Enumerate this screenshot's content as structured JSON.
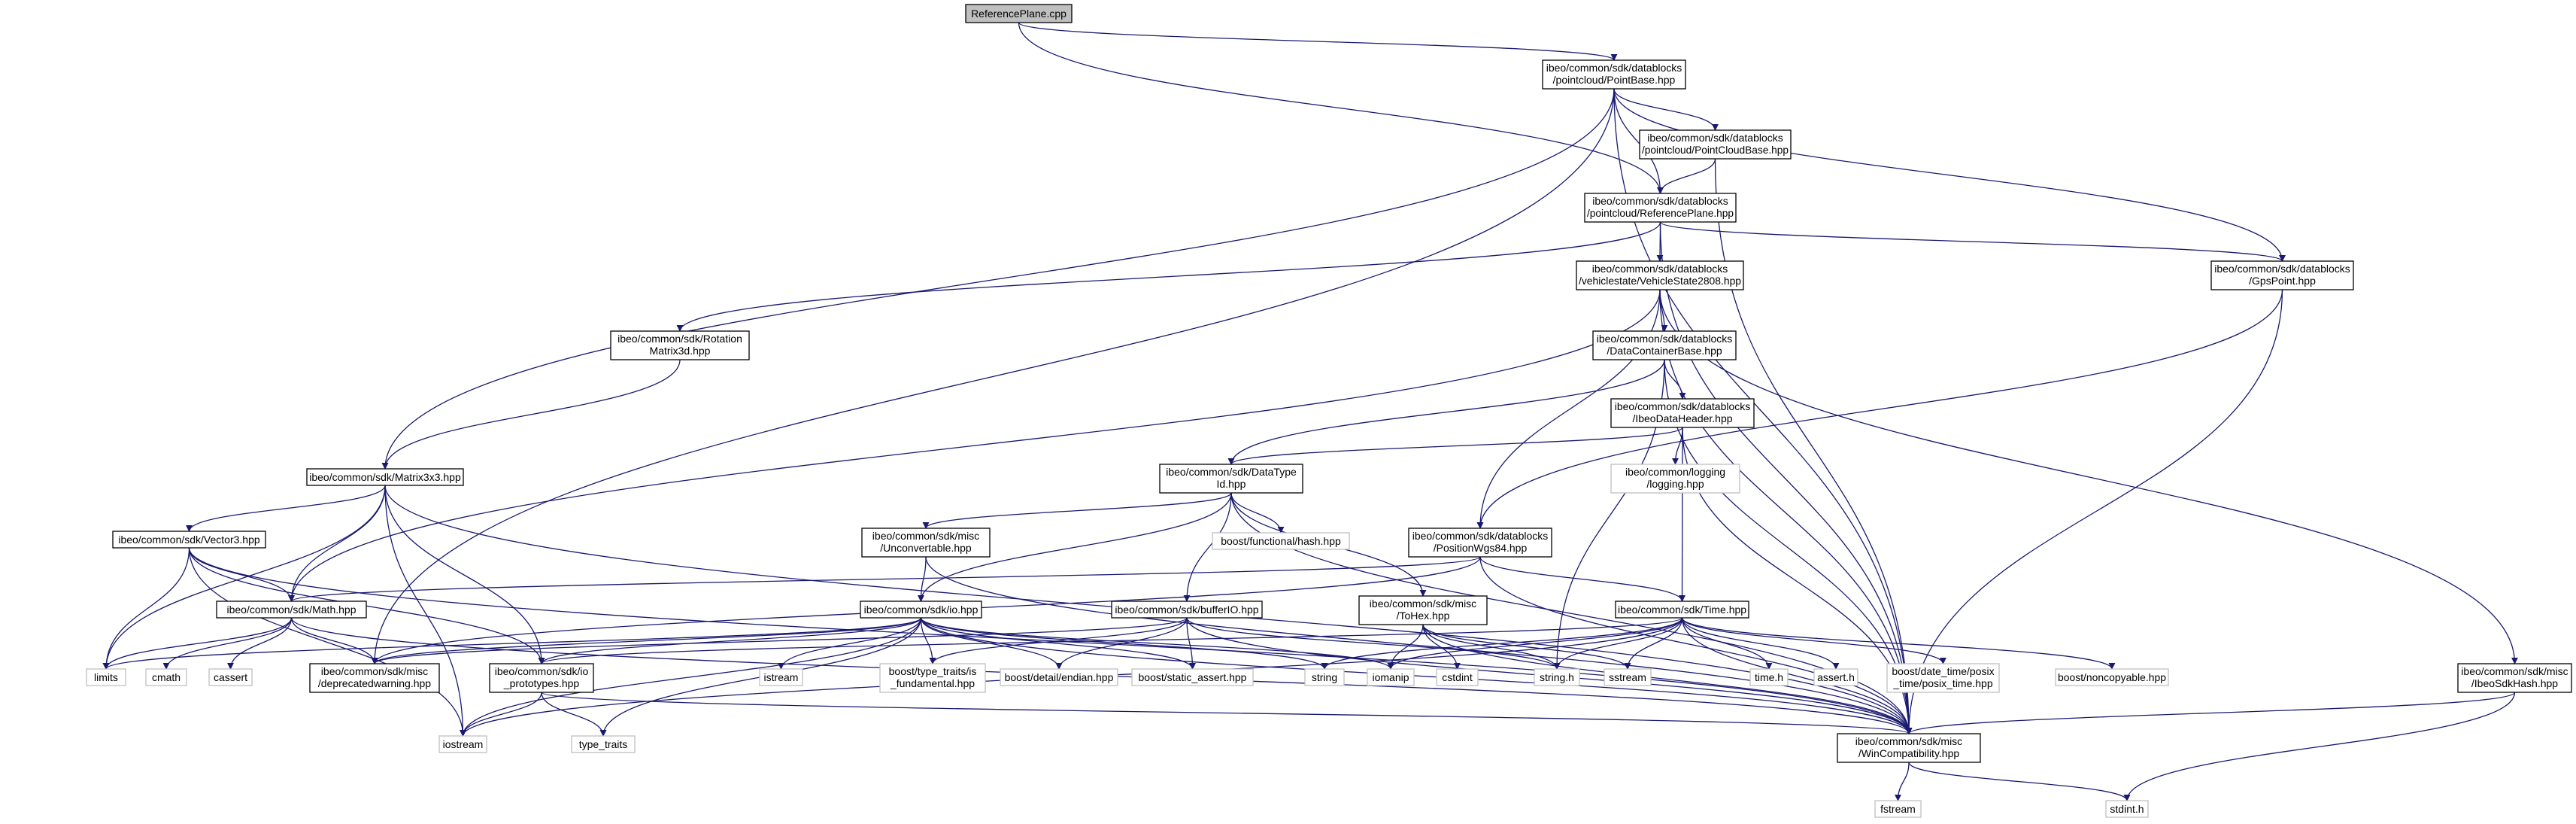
{
  "nodes": [
    {
      "id": "refplane_cpp",
      "lines": [
        "ReferencePlane.cpp"
      ],
      "kind": "root"
    },
    {
      "id": "pointbase",
      "lines": [
        "ibeo/common/sdk/datablocks",
        "/pointcloud/PointBase.hpp"
      ],
      "kind": "file"
    },
    {
      "id": "pointcloudbase",
      "lines": [
        "ibeo/common/sdk/datablocks",
        "/pointcloud/PointCloudBase.hpp"
      ],
      "kind": "file"
    },
    {
      "id": "refplane_hpp",
      "lines": [
        "ibeo/common/sdk/datablocks",
        "/pointcloud/ReferencePlane.hpp"
      ],
      "kind": "file"
    },
    {
      "id": "gpspoint",
      "lines": [
        "ibeo/common/sdk/datablocks",
        "/GpsPoint.hpp"
      ],
      "kind": "file"
    },
    {
      "id": "vehiclestate",
      "lines": [
        "ibeo/common/sdk/datablocks",
        "/vehiclestate/VehicleState2808.hpp"
      ],
      "kind": "file"
    },
    {
      "id": "rotation",
      "lines": [
        "ibeo/common/sdk/Rotation",
        "Matrix3d.hpp"
      ],
      "kind": "file"
    },
    {
      "id": "datacontainer",
      "lines": [
        "ibeo/common/sdk/datablocks",
        "/DataContainerBase.hpp"
      ],
      "kind": "file"
    },
    {
      "id": "ibeodataheader",
      "lines": [
        "ibeo/common/sdk/datablocks",
        "/IbeoDataHeader.hpp"
      ],
      "kind": "file"
    },
    {
      "id": "logging",
      "lines": [
        "ibeo/common/logging",
        "/logging.hpp"
      ],
      "kind": "sys"
    },
    {
      "id": "matrix3x3",
      "lines": [
        "ibeo/common/sdk/Matrix3x3.hpp"
      ],
      "kind": "file"
    },
    {
      "id": "datatypeid",
      "lines": [
        "ibeo/common/sdk/DataType",
        "Id.hpp"
      ],
      "kind": "file"
    },
    {
      "id": "boosthash",
      "lines": [
        "boost/functional/hash.hpp"
      ],
      "kind": "sys"
    },
    {
      "id": "vector3",
      "lines": [
        "ibeo/common/sdk/Vector3.hpp"
      ],
      "kind": "file"
    },
    {
      "id": "unconvertable",
      "lines": [
        "ibeo/common/sdk/misc",
        "/Unconvertable.hpp"
      ],
      "kind": "file"
    },
    {
      "id": "positionwgs84",
      "lines": [
        "ibeo/common/sdk/datablocks",
        "/PositionWgs84.hpp"
      ],
      "kind": "file"
    },
    {
      "id": "math",
      "lines": [
        "ibeo/common/sdk/Math.hpp"
      ],
      "kind": "file"
    },
    {
      "id": "io",
      "lines": [
        "ibeo/common/sdk/io.hpp"
      ],
      "kind": "file"
    },
    {
      "id": "bufferio",
      "lines": [
        "ibeo/common/sdk/bufferIO.hpp"
      ],
      "kind": "file"
    },
    {
      "id": "tohex",
      "lines": [
        "ibeo/common/sdk/misc",
        "/ToHex.hpp"
      ],
      "kind": "file"
    },
    {
      "id": "time",
      "lines": [
        "ibeo/common/sdk/Time.hpp"
      ],
      "kind": "file"
    },
    {
      "id": "limits",
      "lines": [
        "limits"
      ],
      "kind": "sys"
    },
    {
      "id": "cmath",
      "lines": [
        "cmath"
      ],
      "kind": "sys"
    },
    {
      "id": "cassert",
      "lines": [
        "cassert"
      ],
      "kind": "sys"
    },
    {
      "id": "deprecated",
      "lines": [
        "ibeo/common/sdk/misc",
        "/deprecatedwarning.hpp"
      ],
      "kind": "file"
    },
    {
      "id": "ioproto",
      "lines": [
        "ibeo/common/sdk/io",
        "_prototypes.hpp"
      ],
      "kind": "file"
    },
    {
      "id": "istream",
      "lines": [
        "istream"
      ],
      "kind": "sys"
    },
    {
      "id": "typetraits_fund",
      "lines": [
        "boost/type_traits/is",
        "_fundamental.hpp"
      ],
      "kind": "sys"
    },
    {
      "id": "endian",
      "lines": [
        "boost/detail/endian.hpp"
      ],
      "kind": "sys"
    },
    {
      "id": "staticassert",
      "lines": [
        "boost/static_assert.hpp"
      ],
      "kind": "sys"
    },
    {
      "id": "string",
      "lines": [
        "string"
      ],
      "kind": "sys"
    },
    {
      "id": "iomanip",
      "lines": [
        "iomanip"
      ],
      "kind": "sys"
    },
    {
      "id": "cstdint",
      "lines": [
        "cstdint"
      ],
      "kind": "sys"
    },
    {
      "id": "stringh",
      "lines": [
        "string.h"
      ],
      "kind": "sys"
    },
    {
      "id": "sstream",
      "lines": [
        "sstream"
      ],
      "kind": "sys"
    },
    {
      "id": "timeh",
      "lines": [
        "time.h"
      ],
      "kind": "sys"
    },
    {
      "id": "asserth",
      "lines": [
        "assert.h"
      ],
      "kind": "sys"
    },
    {
      "id": "posixtime",
      "lines": [
        "boost/date_time/posix",
        "_time/posix_time.hpp"
      ],
      "kind": "sys"
    },
    {
      "id": "noncopyable",
      "lines": [
        "boost/noncopyable.hpp"
      ],
      "kind": "sys"
    },
    {
      "id": "sdkhash",
      "lines": [
        "ibeo/common/sdk/misc",
        "/IbeoSdkHash.hpp"
      ],
      "kind": "file"
    },
    {
      "id": "iostream",
      "lines": [
        "iostream"
      ],
      "kind": "sys"
    },
    {
      "id": "type_traits",
      "lines": [
        "type_traits"
      ],
      "kind": "sys"
    },
    {
      "id": "wincompat",
      "lines": [
        "ibeo/common/sdk/misc",
        "/WinCompatibility.hpp"
      ],
      "kind": "file"
    },
    {
      "id": "fstream",
      "lines": [
        "fstream"
      ],
      "kind": "sys"
    },
    {
      "id": "stdinth",
      "lines": [
        "stdint.h"
      ],
      "kind": "sys"
    }
  ],
  "edges": [
    [
      "refplane_cpp",
      "pointbase"
    ],
    [
      "refplane_cpp",
      "refplane_hpp"
    ],
    [
      "pointbase",
      "pointcloudbase"
    ],
    [
      "pointbase",
      "refplane_hpp"
    ],
    [
      "pointbase",
      "gpspoint"
    ],
    [
      "pointbase",
      "matrix3x3"
    ],
    [
      "pointbase",
      "deprecated"
    ],
    [
      "pointbase",
      "wincompat"
    ],
    [
      "pointcloudbase",
      "refplane_hpp"
    ],
    [
      "pointcloudbase",
      "wincompat"
    ],
    [
      "refplane_hpp",
      "vehiclestate"
    ],
    [
      "refplane_hpp",
      "rotation"
    ],
    [
      "refplane_hpp",
      "gpspoint"
    ],
    [
      "refplane_hpp",
      "wincompat"
    ],
    [
      "gpspoint",
      "positionwgs84"
    ],
    [
      "gpspoint",
      "wincompat"
    ],
    [
      "vehiclestate",
      "datacontainer"
    ],
    [
      "vehiclestate",
      "positionwgs84"
    ],
    [
      "vehiclestate",
      "math"
    ],
    [
      "vehiclestate",
      "sdkhash"
    ],
    [
      "vehiclestate",
      "wincompat"
    ],
    [
      "rotation",
      "matrix3x3"
    ],
    [
      "datacontainer",
      "ibeodataheader"
    ],
    [
      "datacontainer",
      "datatypeid"
    ],
    [
      "datacontainer",
      "stringh"
    ],
    [
      "datacontainer",
      "wincompat"
    ],
    [
      "ibeodataheader",
      "datatypeid"
    ],
    [
      "ibeodataheader",
      "logging"
    ],
    [
      "ibeodataheader",
      "time"
    ],
    [
      "ibeodataheader",
      "wincompat"
    ],
    [
      "matrix3x3",
      "vector3"
    ],
    [
      "matrix3x3",
      "math"
    ],
    [
      "matrix3x3",
      "ioproto"
    ],
    [
      "matrix3x3",
      "limits"
    ],
    [
      "matrix3x3",
      "iostream"
    ],
    [
      "matrix3x3",
      "wincompat"
    ],
    [
      "datatypeid",
      "unconvertable"
    ],
    [
      "datatypeid",
      "boosthash"
    ],
    [
      "datatypeid",
      "io"
    ],
    [
      "datatypeid",
      "bufferio"
    ],
    [
      "datatypeid",
      "tohex"
    ],
    [
      "datatypeid",
      "wincompat"
    ],
    [
      "vector3",
      "math"
    ],
    [
      "vector3",
      "ioproto"
    ],
    [
      "vector3",
      "limits"
    ],
    [
      "vector3",
      "iostream"
    ],
    [
      "vector3",
      "wincompat"
    ],
    [
      "unconvertable",
      "io"
    ],
    [
      "unconvertable",
      "wincompat"
    ],
    [
      "positionwgs84",
      "time"
    ],
    [
      "positionwgs84",
      "math"
    ],
    [
      "positionwgs84",
      "deprecated"
    ],
    [
      "positionwgs84",
      "wincompat"
    ],
    [
      "math",
      "limits"
    ],
    [
      "math",
      "cmath"
    ],
    [
      "math",
      "cassert"
    ],
    [
      "math",
      "deprecated"
    ],
    [
      "math",
      "wincompat"
    ],
    [
      "io",
      "ioproto"
    ],
    [
      "io",
      "istream"
    ],
    [
      "io",
      "typetraits_fund"
    ],
    [
      "io",
      "endian"
    ],
    [
      "io",
      "staticassert"
    ],
    [
      "io",
      "string"
    ],
    [
      "io",
      "iomanip"
    ],
    [
      "io",
      "limits"
    ],
    [
      "io",
      "iostream"
    ],
    [
      "io",
      "type_traits"
    ],
    [
      "io",
      "deprecated"
    ],
    [
      "io",
      "wincompat"
    ],
    [
      "bufferio",
      "typetraits_fund"
    ],
    [
      "bufferio",
      "endian"
    ],
    [
      "bufferio",
      "staticassert"
    ],
    [
      "bufferio",
      "stringh"
    ],
    [
      "bufferio",
      "deprecated"
    ],
    [
      "bufferio",
      "wincompat"
    ],
    [
      "tohex",
      "iomanip"
    ],
    [
      "tohex",
      "cstdint"
    ],
    [
      "tohex",
      "stringh"
    ],
    [
      "tohex",
      "sstream"
    ],
    [
      "tohex",
      "wincompat"
    ],
    [
      "time",
      "ioproto"
    ],
    [
      "time",
      "string"
    ],
    [
      "time",
      "iomanip"
    ],
    [
      "time",
      "stringh"
    ],
    [
      "time",
      "sstream"
    ],
    [
      "time",
      "timeh"
    ],
    [
      "time",
      "asserth"
    ],
    [
      "time",
      "posixtime"
    ],
    [
      "time",
      "noncopyable"
    ],
    [
      "time",
      "iostream"
    ],
    [
      "time",
      "wincompat"
    ],
    [
      "ioproto",
      "iostream"
    ],
    [
      "ioproto",
      "type_traits"
    ],
    [
      "ioproto",
      "wincompat"
    ],
    [
      "sdkhash",
      "wincompat"
    ],
    [
      "sdkhash",
      "stdinth"
    ],
    [
      "wincompat",
      "fstream"
    ],
    [
      "wincompat",
      "stdinth"
    ]
  ]
}
